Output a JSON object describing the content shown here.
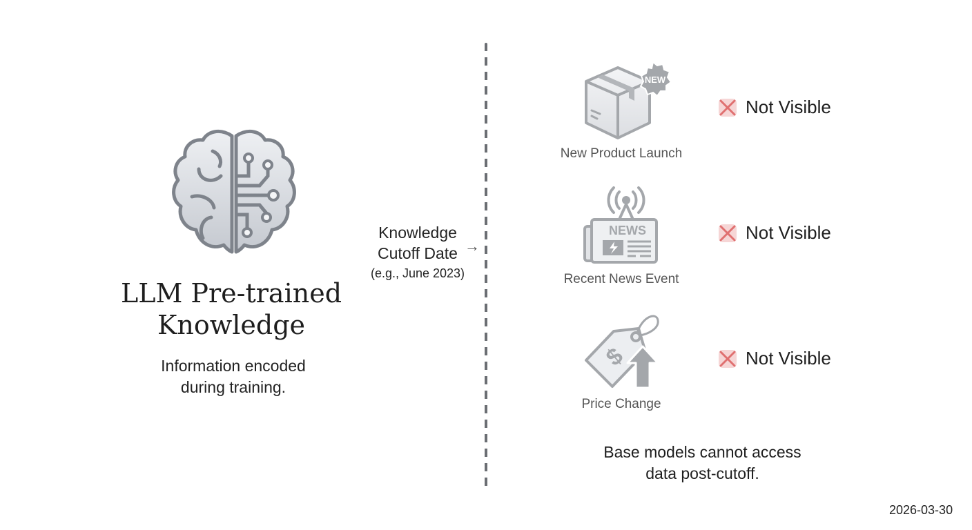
{
  "left_panel": {
    "icon": "brain-circuit-icon",
    "title_line1": "LLM Pre-trained",
    "title_line2": "Knowledge",
    "subtitle_line1": "Information encoded",
    "subtitle_line2": "during training."
  },
  "cutoff": {
    "line1": "Knowledge",
    "line2": "Cutoff Date",
    "line3": "(e.g., June 2023)",
    "arrow": "→"
  },
  "items": [
    {
      "icon": "new-box-icon",
      "label": "New Product Launch",
      "status": "Not Visible",
      "badge": "NEW"
    },
    {
      "icon": "news-broadcast-icon",
      "label": "Recent News Event",
      "status": "Not Visible",
      "badge": "NEWS"
    },
    {
      "icon": "price-tag-up-icon",
      "label": "Price Change",
      "status": "Not Visible",
      "badge": "$"
    }
  ],
  "footer": {
    "line1": "Base models cannot access",
    "line2": "data post-cutoff."
  },
  "date": "2026-03-30",
  "colors": {
    "icon_gray": "#8a8d93",
    "x_red": "#e07070",
    "x_bg": "#f6d6d6",
    "divider": "#6b6e73"
  }
}
